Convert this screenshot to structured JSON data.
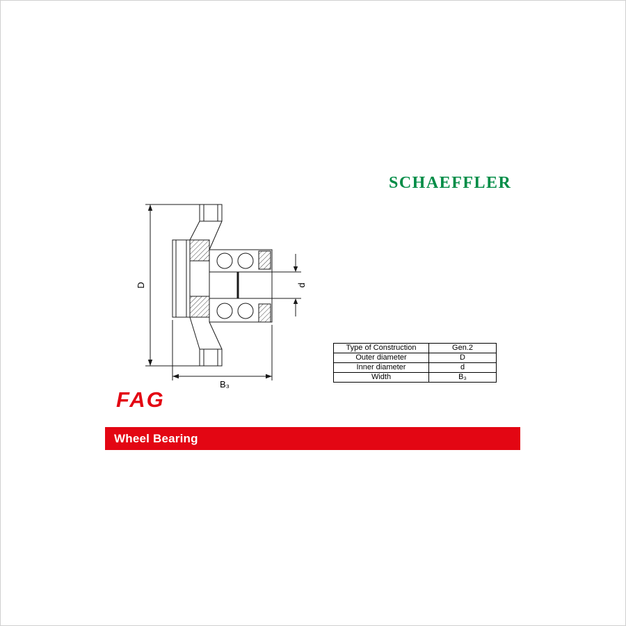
{
  "brand": {
    "schaeffler": "SCHAEFFLER",
    "schaeffler_color": "#008c46",
    "fag": "FAG",
    "fag_color": "#e30613"
  },
  "banner": {
    "title": "Wheel Bearing",
    "background": "#e30613",
    "text_color": "#ffffff"
  },
  "drawing": {
    "labels": {
      "outer_diameter": "D",
      "inner_diameter": "d",
      "width": "B₃"
    }
  },
  "spec_table": {
    "rows": [
      {
        "label": "Type of Construction",
        "value": "Gen.2"
      },
      {
        "label": "Outer diameter",
        "value": "D"
      },
      {
        "label": "Inner diameter",
        "value": "d"
      },
      {
        "label": "Width",
        "value": "B₃"
      }
    ]
  }
}
